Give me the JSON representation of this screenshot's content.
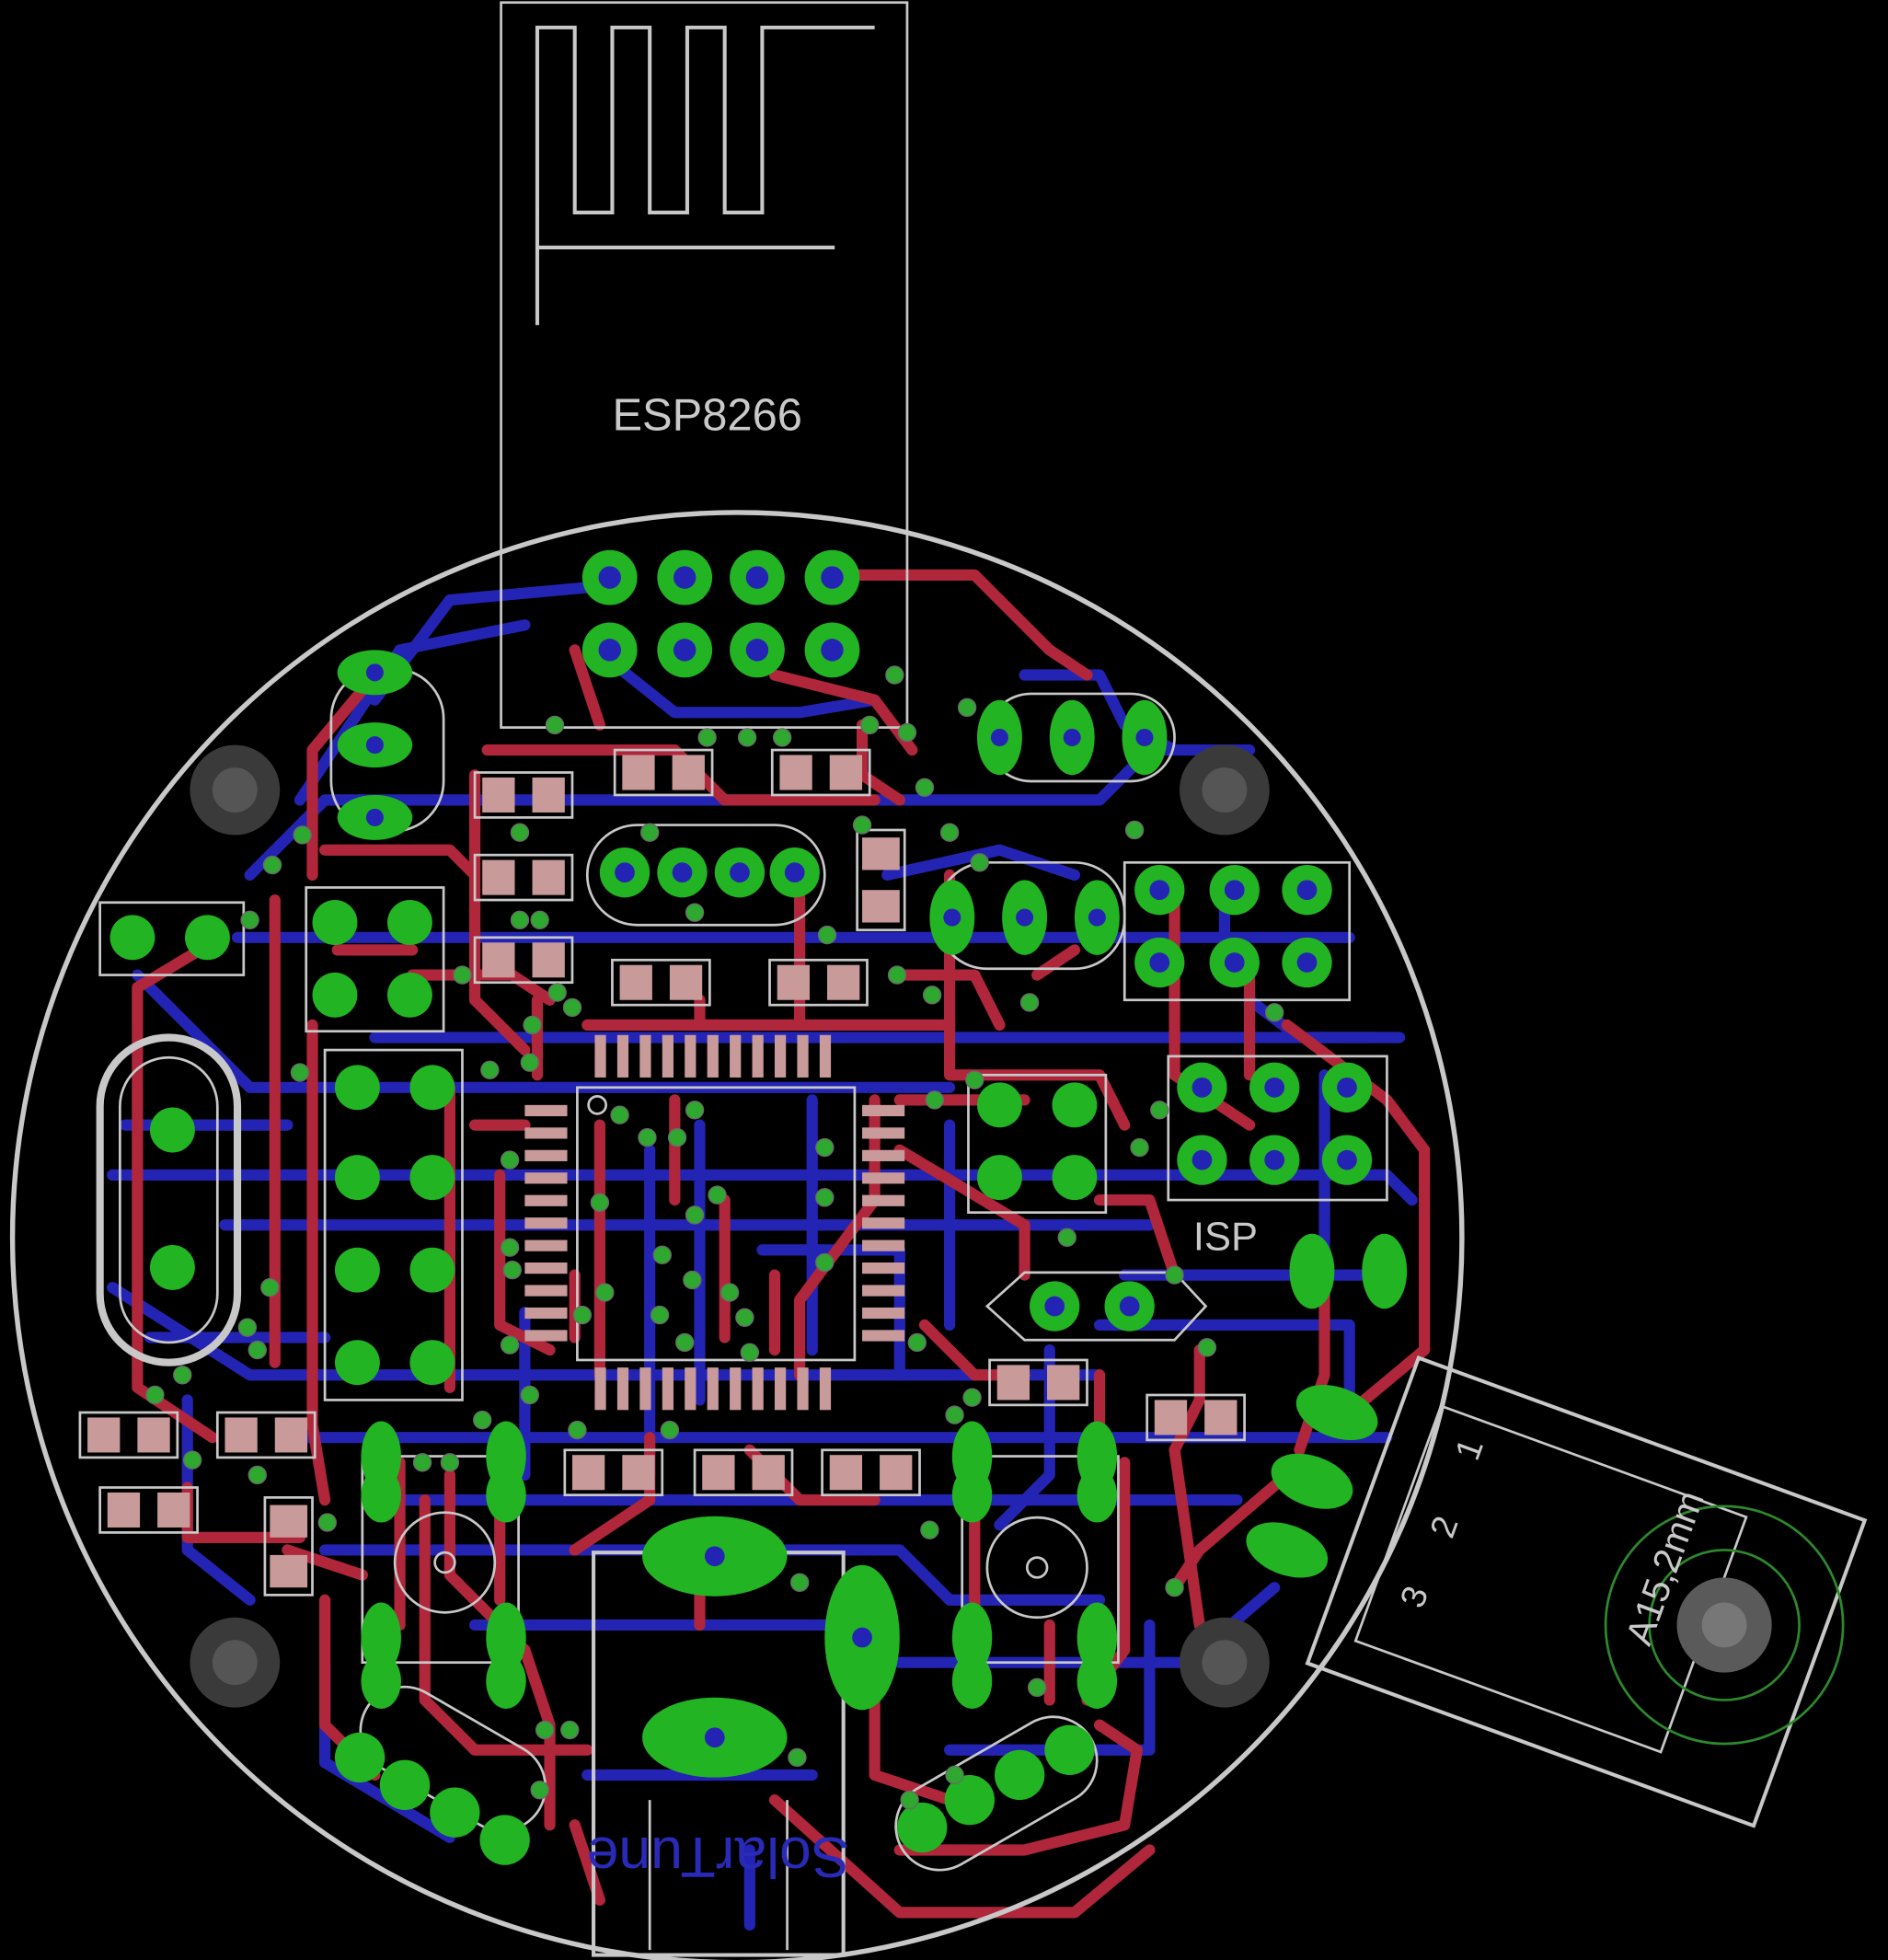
{
  "labels": {
    "module": "ESP8266",
    "isp": "ISP",
    "jack_size": "A15,2mm",
    "pin1": "1",
    "pin2": "2",
    "pin3": "3",
    "mirrored_text": "SolarTune"
  },
  "colors": {
    "background": "#000000",
    "top_copper": "#b0263a",
    "bottom_copper": "#2424b4",
    "pad": "#22b422",
    "via": "#2ea82e",
    "silkscreen": "#c8c8c8",
    "smd_pad": "#c89a9a",
    "mount_hole": "#5a5a5a"
  }
}
